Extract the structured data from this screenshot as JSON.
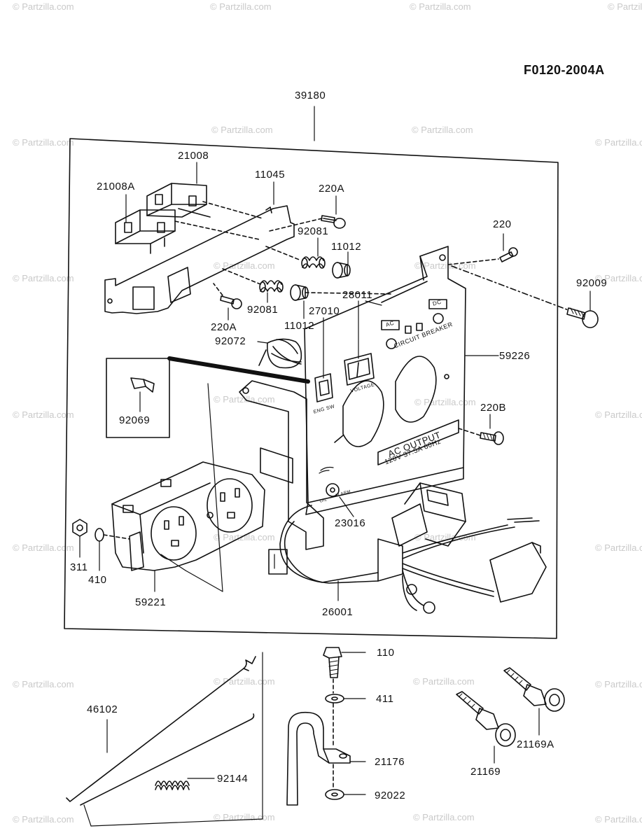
{
  "diagram": {
    "code": "F0120-2004A",
    "watermark": "© Partzilla.com",
    "panel_text": {
      "circuit_breaker": "CIRCUIT BREAKER",
      "ac_output": "AC OUTPUT",
      "rating": "120V 37.5A 60Hz",
      "voltage": "VOLTAGE",
      "eng_sw": "ENG SW",
      "alarm": "ALARM",
      "oil": "OIL",
      "ac": "AC",
      "dc": "DC"
    },
    "labels": {
      "p39180": "39180",
      "p21008": "21008",
      "p21008A": "21008A",
      "p11045": "11045",
      "p220A_top": "220A",
      "p220": "220",
      "p92081_top": "92081",
      "p11012_top": "11012",
      "p92009": "92009",
      "p28011": "28011",
      "p220A_bottom": "220A",
      "p92081_bottom": "92081",
      "p11012_bottom": "11012",
      "p27010": "27010",
      "p92072": "92072",
      "p59226": "59226",
      "p92069": "92069",
      "p220B": "220B",
      "p23016": "23016",
      "p311": "311",
      "p410": "410",
      "p59221": "59221",
      "p26001": "26001",
      "p110": "110",
      "p411": "411",
      "p46102": "46102",
      "p21176": "21176",
      "p21169A": "21169A",
      "p92144": "92144",
      "p92022": "92022",
      "p21169": "21169"
    }
  }
}
